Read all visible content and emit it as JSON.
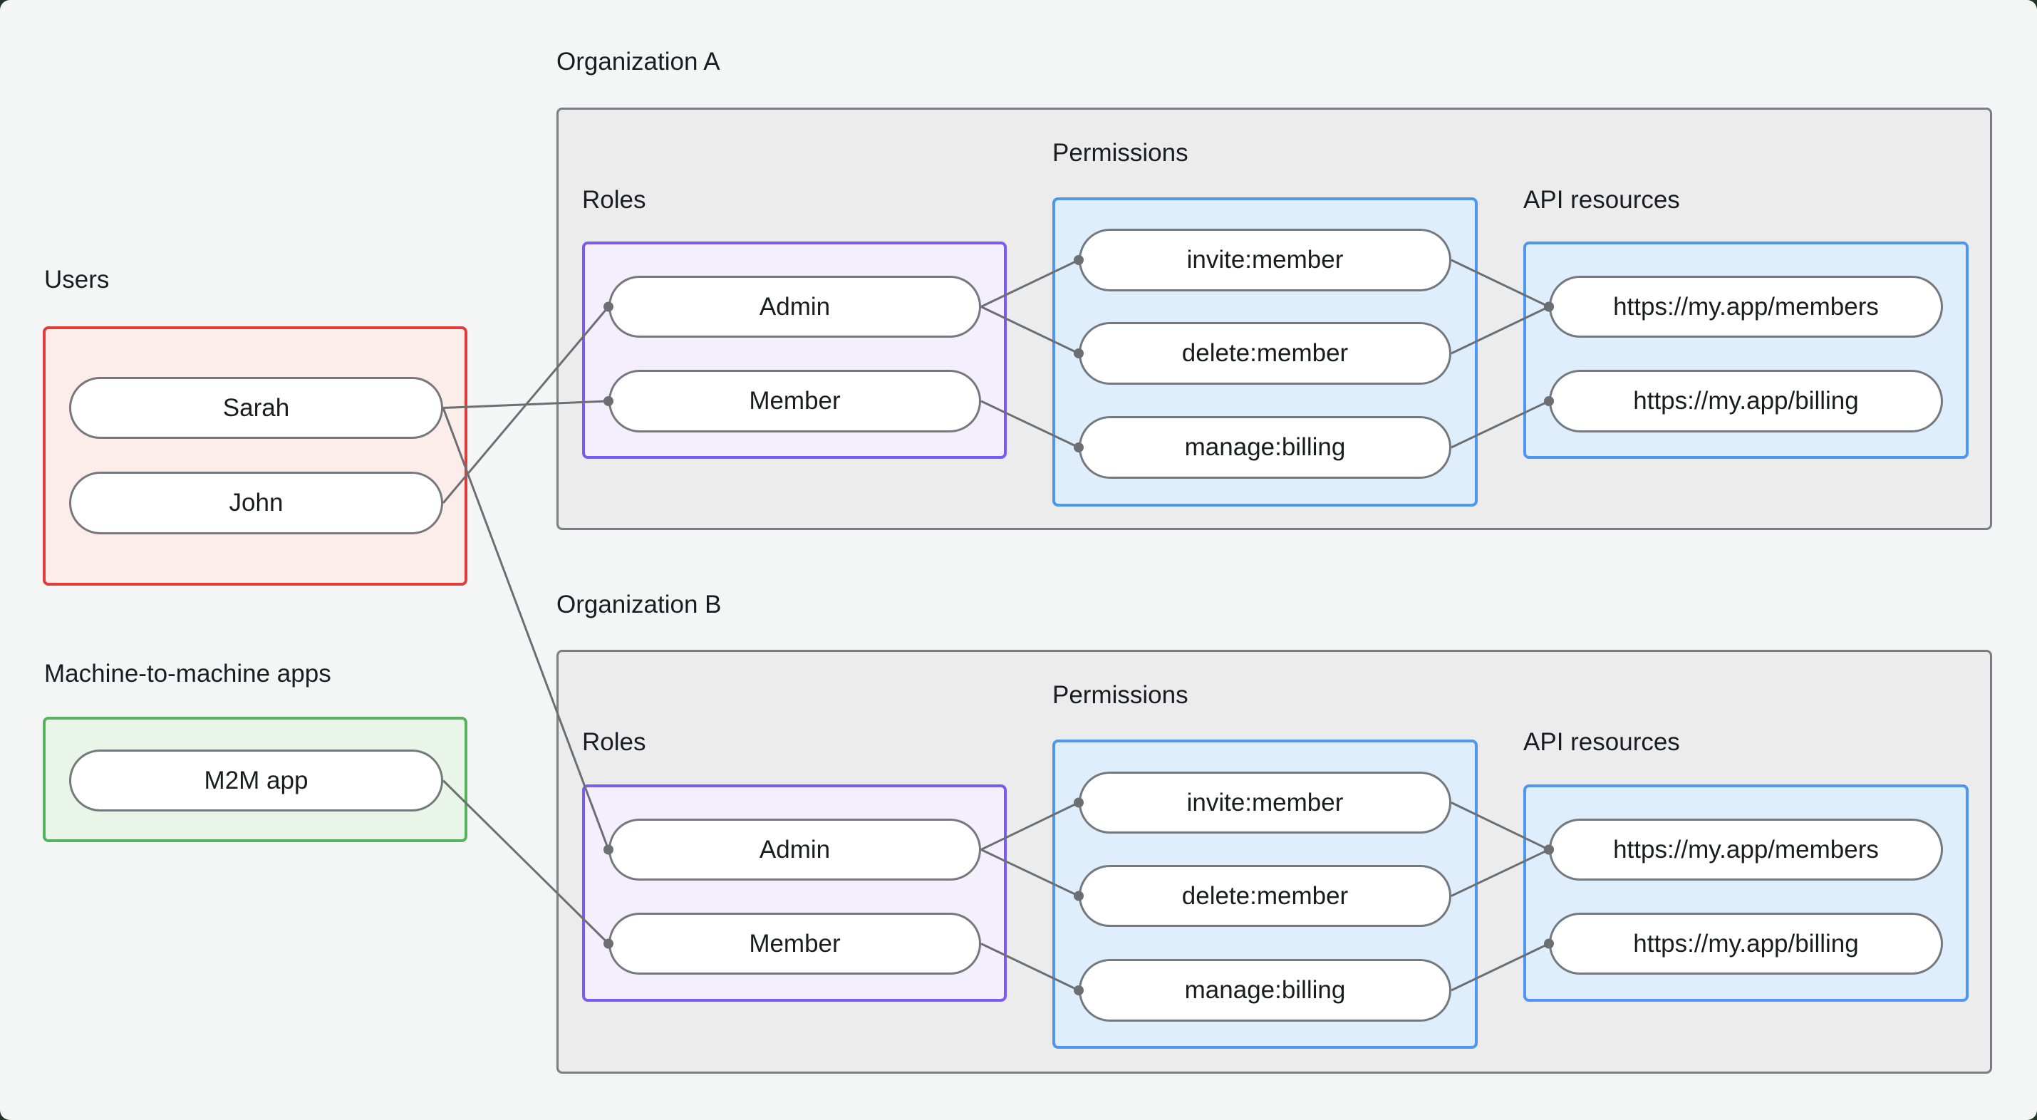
{
  "colors": {
    "backdrop": "#213529",
    "canvas-bg": "#f4f6f5",
    "text": "#1a1c1f",
    "org-fill": "#ececec",
    "org-border": "#7a7e82",
    "red-border": "#e03c3c",
    "red-fill": "#fcecea",
    "green-border": "#57b25e",
    "green-fill": "#e8f5e8",
    "purple-border": "#7a5af5",
    "purple-fill": "#f4eefd",
    "blue-border": "#4d96f2",
    "blue-fill": "#dfeefc",
    "pill-border": "#75797d",
    "pill-fill": "#ffffff",
    "edge": "#6b6f72"
  },
  "groups": {
    "users": {
      "label": "Users"
    },
    "m2m": {
      "label": "Machine-to-machine apps"
    },
    "orgA": {
      "label": "Organization A",
      "roles": "Roles",
      "permissions": "Permissions",
      "api": "API resources"
    },
    "orgB": {
      "label": "Organization B",
      "roles": "Roles",
      "permissions": "Permissions",
      "api": "API resources"
    }
  },
  "nodes": {
    "sarah": "Sarah",
    "john": "John",
    "m2mApp": "M2M app",
    "adminA": "Admin",
    "memberA": "Member",
    "inviteA": "invite:member",
    "deleteA": "delete:member",
    "manageA": "manage:billing",
    "membersA": "https://my.app/members",
    "billingA": "https://my.app/billing",
    "adminB": "Admin",
    "memberB": "Member",
    "inviteB": "invite:member",
    "deleteB": "delete:member",
    "manageB": "manage:billing",
    "membersB": "https://my.app/members",
    "billingB": "https://my.app/billing"
  },
  "edges": [
    [
      "sarah",
      "memberA"
    ],
    [
      "sarah",
      "adminB"
    ],
    [
      "john",
      "adminA"
    ],
    [
      "m2mApp",
      "memberB"
    ],
    [
      "adminA",
      "inviteA"
    ],
    [
      "adminA",
      "deleteA"
    ],
    [
      "memberA",
      "manageA"
    ],
    [
      "inviteA",
      "membersA"
    ],
    [
      "deleteA",
      "membersA"
    ],
    [
      "manageA",
      "billingA"
    ],
    [
      "adminB",
      "inviteB"
    ],
    [
      "adminB",
      "deleteB"
    ],
    [
      "memberB",
      "manageB"
    ],
    [
      "inviteB",
      "membersB"
    ],
    [
      "deleteB",
      "membersB"
    ],
    [
      "manageB",
      "billingB"
    ]
  ],
  "edge_style": {
    "stroke_width": 3,
    "dot_radius": 7
  }
}
